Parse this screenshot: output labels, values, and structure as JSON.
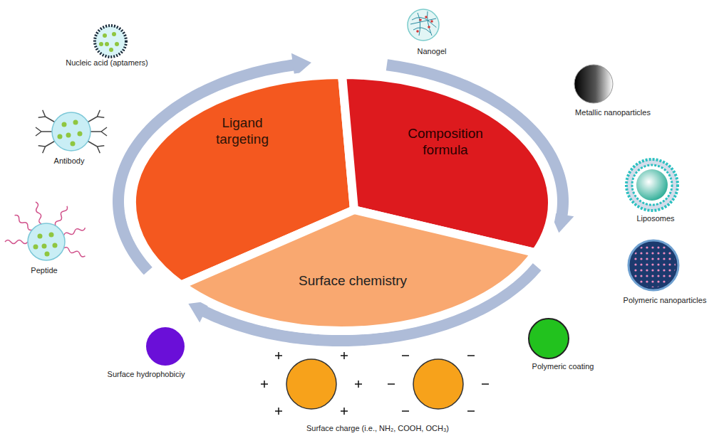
{
  "diagram": {
    "nodes": [
      {
        "text": [
          "Ligand targeting"
        ]
      },
      {
        "text": [
          "Composition formula"
        ]
      },
      {
        "text": [
          "Surface chemistry"
        ]
      }
    ],
    "labels": [
      "Nucleic acid (aptamers)",
      "Antibody",
      "Peptide",
      "Nanogel",
      "Metallic nanoparticles",
      "Liposomes",
      "Polymeric nanoparticles",
      "Surface hydrophobiciy",
      "Surface charge (i.e., NH₂, COOH, OCH₃)",
      "Polymeric coating"
    ]
  }
}
